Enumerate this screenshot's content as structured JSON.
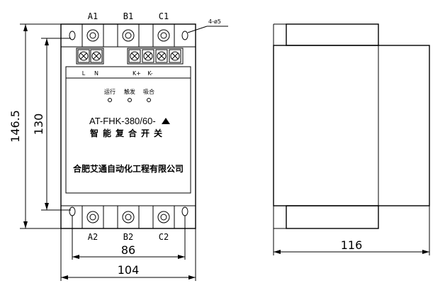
{
  "front_view": {
    "top_terminals": [
      "A1",
      "B1",
      "C1"
    ],
    "bottom_terminals": [
      "A2",
      "B2",
      "C2"
    ],
    "hole_note": "4-ø5",
    "control_labels": [
      "L",
      "N",
      "K+",
      "K-"
    ],
    "indicators": [
      "运行",
      "触发",
      "吸合"
    ],
    "model": "AT-FHK-380/60-",
    "delta": "Δ",
    "product_name": "智能复合开关",
    "manufacturer": "合肥艾通自动化工程有限公司"
  },
  "dimensions": {
    "overall_height": "146.5",
    "hole_spacing_height": "130",
    "hole_spacing_width": "86",
    "overall_width": "104",
    "depth": "116"
  },
  "colors": {
    "line": "#000000",
    "background": "#ffffff"
  }
}
